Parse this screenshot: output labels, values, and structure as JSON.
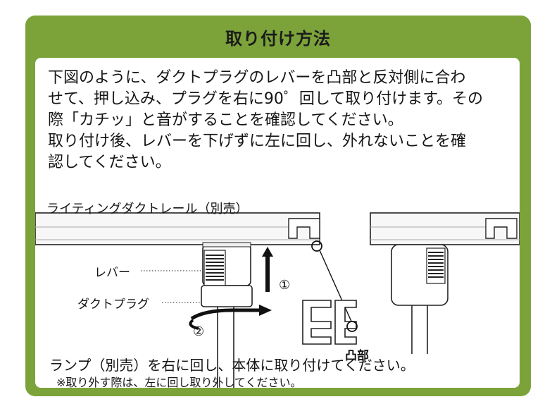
{
  "card": {
    "title": "取り付け方法"
  },
  "instructions": {
    "lines": [
      "下図のように、ダクトプラグのレバーを凸部と反対側に合わ",
      "せて、押し込み、プラグを右に90゜回して取り付けます。その",
      "際「カチッ」と音がすることを確認してください。",
      "取り付け後、レバーを下げずに左に回し、外れないことを確",
      "認してください。"
    ]
  },
  "diagram": {
    "rail_label": "ライティングダクトレール（別売）",
    "lever_label": "レバー",
    "plug_label": "ダクトプラグ",
    "convex_label": "凸部",
    "step1": "①",
    "step2": "②"
  },
  "footer": {
    "line1": "ランプ（別売）を右に回し、本体に取り付けてください。",
    "line2": "※取り外す際は、左に回し取り外してください。"
  },
  "colors": {
    "frame_green": "#7ca33a",
    "panel": "#ffffff",
    "ink": "#151515"
  }
}
